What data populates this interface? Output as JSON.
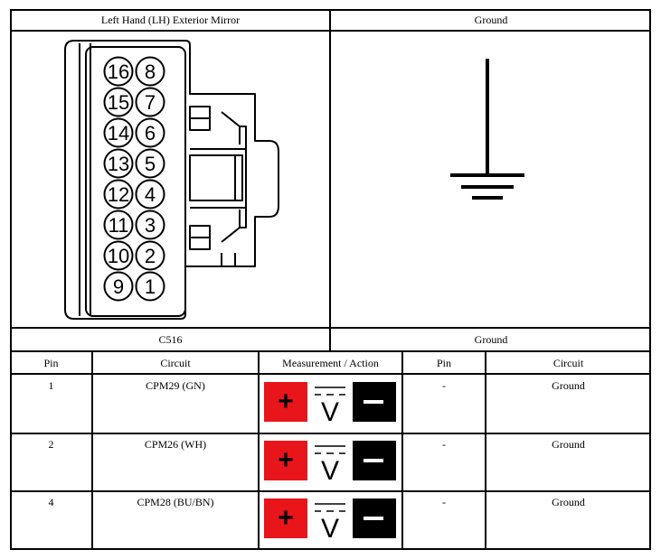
{
  "top_left_header": "Left Hand (LH) Exterior Mirror",
  "top_right_header": "Ground",
  "connector_label": "C516",
  "ground_label": "Ground",
  "connector_pins": [
    "16",
    "8",
    "15",
    "7",
    "14",
    "6",
    "13",
    "5",
    "12",
    "4",
    "11",
    "3",
    "10",
    "2",
    "9",
    "1"
  ],
  "columns": [
    "Pin",
    "Circuit",
    "Measurement / Action",
    "Pin",
    "Circuit"
  ],
  "rows": [
    {
      "pin": "1",
      "circuit": "CPM29 (GN)",
      "pin2": "-",
      "circuit2": "Ground"
    },
    {
      "pin": "2",
      "circuit": "CPM26 (WH)",
      "pin2": "-",
      "circuit2": "Ground"
    },
    {
      "pin": "4",
      "circuit": "CPM28 (BU/BN)",
      "pin2": "-",
      "circuit2": "Ground"
    }
  ],
  "meter": {
    "plus_symbol": "+",
    "volt_symbol": "V",
    "minus_symbol": "−",
    "plus_color": "#e8151b",
    "minus_color": "#000000"
  }
}
